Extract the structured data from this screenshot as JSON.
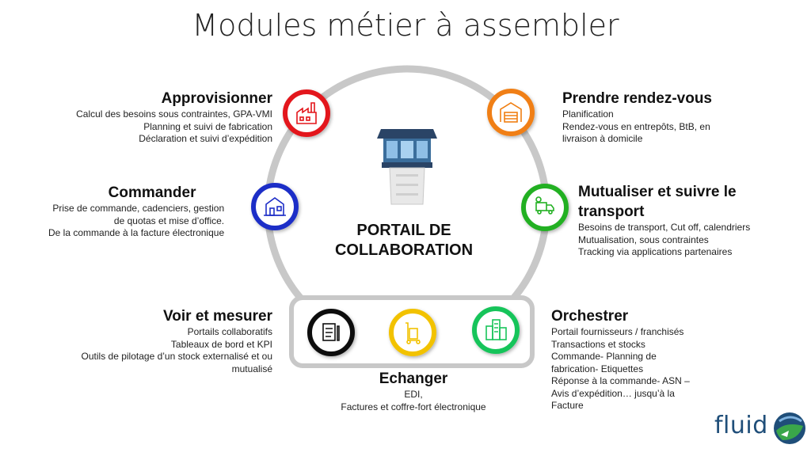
{
  "title": "Modules métier à assembler",
  "portal": {
    "line1": "PORTAIL DE",
    "line2": "COLLABORATION"
  },
  "colors": {
    "ring": "#c8c8c8",
    "red": "#e3151a",
    "orange": "#f07f12",
    "blue": "#1e2ec7",
    "green": "#22b022",
    "black": "#111111",
    "yellow": "#f2c200",
    "emerald": "#18c45a"
  },
  "modules": {
    "approvisionner": {
      "heading": "Approvisionner",
      "lines": [
        "Calcul des besoins sous contraintes, GPA-VMI",
        "Planning et suivi de fabrication",
        "Déclaration et suivi d’expédition"
      ],
      "icon": "factory-icon"
    },
    "commander": {
      "heading": "Commander",
      "lines": [
        "Prise de commande, cadenciers, gestion",
        "de quotas et mise d’office.",
        "De la commande à la facture électronique"
      ],
      "icon": "store-icon"
    },
    "voir": {
      "heading": "Voir et mesurer",
      "lines": [
        "Portails collaboratifs",
        "Tableaux de bord et KPI",
        "Outils de pilotage d’un stock externalisé et ou",
        "mutualisé"
      ],
      "icon": "dashboard-icon"
    },
    "rdv": {
      "heading": "Prendre rendez-vous",
      "lines": [
        "Planification",
        "Rendez-vous  en entrepôts, BtB, en",
        "livraison à domicile"
      ],
      "icon": "warehouse-icon"
    },
    "transport": {
      "heading_line1": "Mutualiser et suivre le",
      "heading_line2": "transport",
      "lines": [
        "Besoins de transport,  Cut off, calendriers",
        "Mutualisation,  sous contraintes",
        "Tracking via applications partenaires"
      ],
      "icon": "delivery-truck-icon"
    },
    "orchestrer": {
      "heading": "Orchestrer",
      "lines": [
        "Portail fournisseurs  / franchisés",
        "Transactions  et stocks",
        "Commande- Planning de",
        "fabrication- Etiquettes",
        "Réponse à la commande- ASN –",
        "Avis d’expédition… jusqu’à la",
        "Facture"
      ],
      "icon": "buildings-icon"
    },
    "echanger": {
      "heading": "Echanger",
      "lines": [
        "EDI,",
        "Factures et coffre-fort électronique"
      ],
      "icon": "hand-truck-icon"
    }
  },
  "logo": {
    "text": "fluid"
  }
}
